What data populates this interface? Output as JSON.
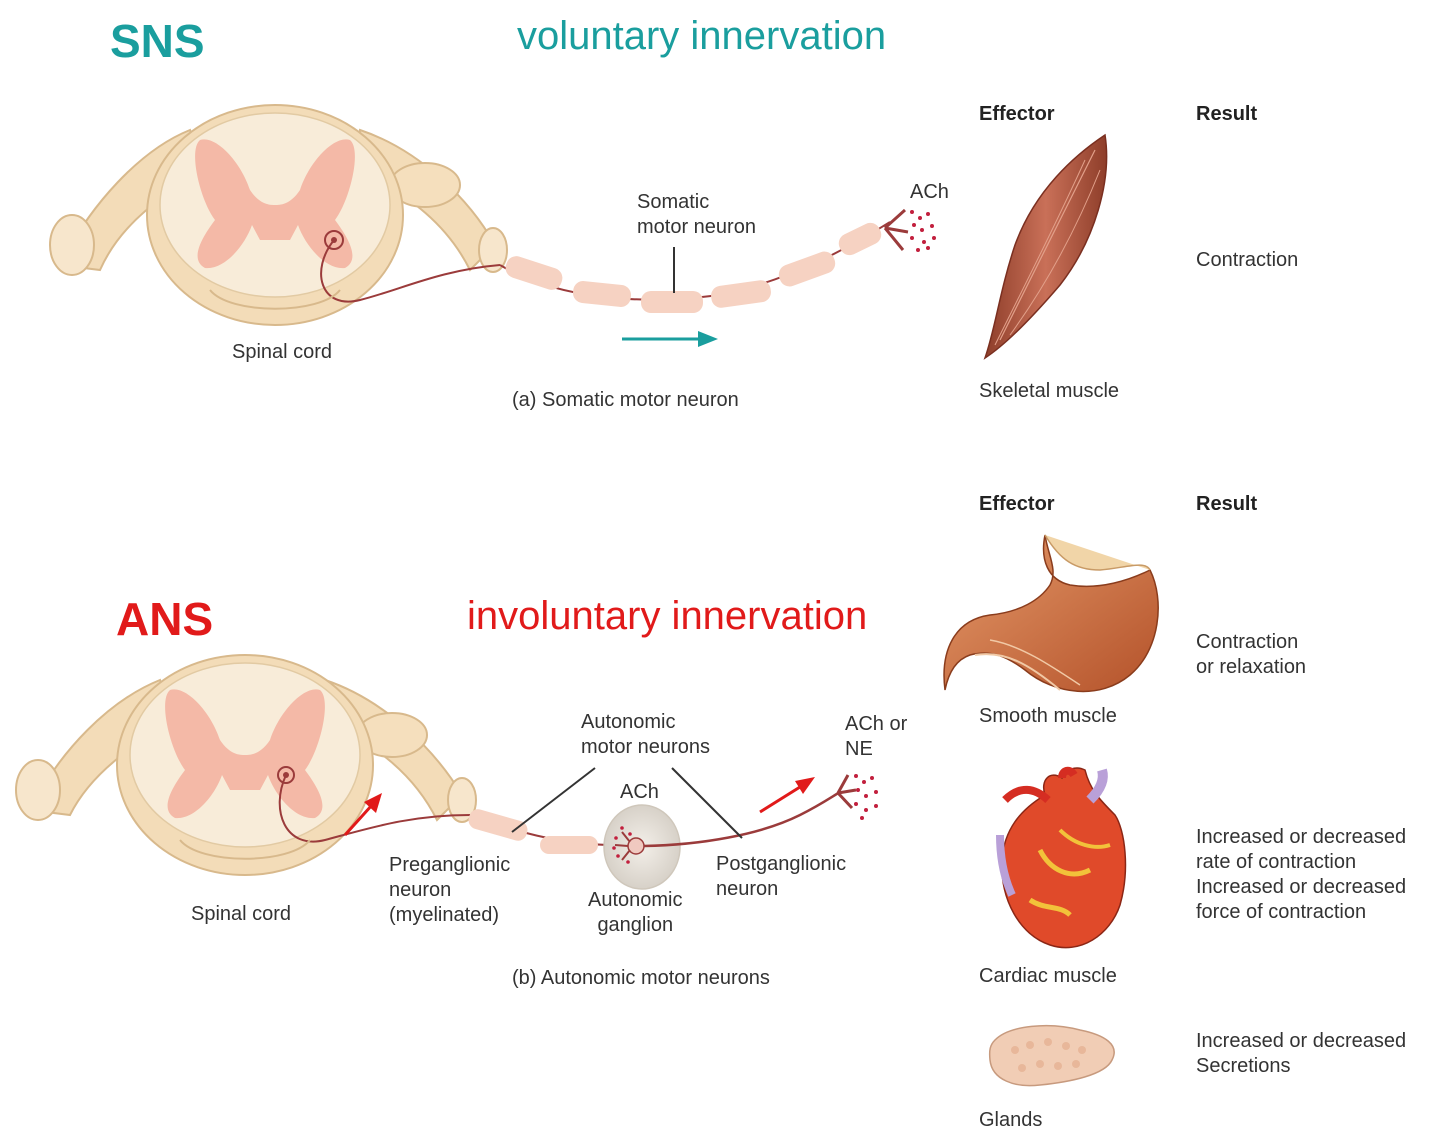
{
  "colors": {
    "sns": "#1a9e9e",
    "ans": "#e11a1a",
    "cord_outer": "#f3dcb8",
    "cord_gray": "#f4b9a7",
    "myelin": "#f6d2c2",
    "axon": "#9b3b3b",
    "ach_dots": "#c21f3d"
  },
  "sns": {
    "label": "SNS",
    "title": "voluntary innervation",
    "spinal_cord": "Spinal cord",
    "neuron_label": "Somatic\nmotor neuron",
    "ach": "ACh",
    "caption": "(a) Somatic motor neuron",
    "effector_header": "Effector",
    "result_header": "Result",
    "effector": "Skeletal muscle",
    "result": "Contraction"
  },
  "ans": {
    "label": "ANS",
    "title": "involuntary innervation",
    "spinal_cord": "Spinal cord",
    "neurons_label": "Autonomic\nmotor neurons",
    "ganglion_ach": "ACh",
    "terminal_label": "ACh or\nNE",
    "preganglionic": "Preganglionic\nneuron\n(myelinated)",
    "ganglion": "Autonomic\nganglion",
    "postganglionic": "Postganglionic\nneuron",
    "caption": "(b) Autonomic motor neurons",
    "effector_header": "Effector",
    "result_header": "Result",
    "effectors": [
      {
        "name": "Smooth muscle",
        "result": "Contraction\nor relaxation",
        "icon": "stomach-icon"
      },
      {
        "name": "Cardiac muscle",
        "result": "Increased or decreased\nrate of contraction\nIncreased or decreased\nforce of contraction",
        "icon": "heart-icon"
      },
      {
        "name": "Glands",
        "result": "Increased or decreased\nSecretions",
        "icon": "gland-icon"
      }
    ]
  }
}
